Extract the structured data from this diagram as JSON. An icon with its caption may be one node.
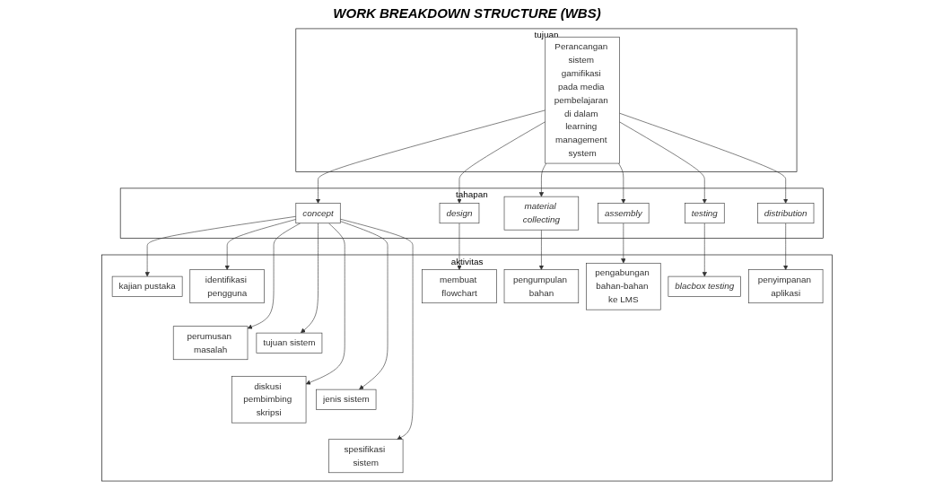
{
  "diagram": {
    "title": "WORK BREAKDOWN STRUCTURE (WBS)",
    "nodes": [
      {
        "text": [
          "tujuan"
        ]
      },
      {
        "text": [
          "Perancangan sistem gamifikasi pada media pembelajaran di dalam learning management system"
        ],
        "in": 0
      },
      {
        "text": [
          "tahapan"
        ]
      },
      {
        "text": [
          "concept"
        ],
        "in": 2
      },
      {
        "text": [
          "design"
        ],
        "in": 2
      },
      {
        "text": [
          "material collecting"
        ],
        "in": 2
      },
      {
        "text": [
          "assembly"
        ],
        "in": 2
      },
      {
        "text": [
          "testing"
        ],
        "in": 2
      },
      {
        "text": [
          "distribution"
        ],
        "in": 2
      },
      {
        "text": [
          "aktivitas"
        ]
      },
      {
        "text": [
          "kajian pustaka"
        ],
        "in": 9
      },
      {
        "text": [
          "identifikasi pengguna"
        ],
        "in": 9
      },
      {
        "text": [
          "perumusan masalah"
        ],
        "in": 9
      },
      {
        "text": [
          "tujuan sistem"
        ],
        "in": 9
      },
      {
        "text": [
          "diskusi pembimbing skripsi"
        ],
        "in": 9
      },
      {
        "text": [
          "jenis sistem"
        ],
        "in": 9
      },
      {
        "text": [
          "spesifikasi sistem"
        ],
        "in": 9
      },
      {
        "text": [
          "membuat flowchart"
        ],
        "in": 9
      },
      {
        "text": [
          "pengumpulan bahan"
        ],
        "in": 9
      },
      {
        "text": [
          "pengabungan bahan-bahan ke LMS"
        ],
        "in": 9
      },
      {
        "text": [
          "blacbox testing"
        ],
        "in": 9
      },
      {
        "text": [
          "penyimpanan aplikasi"
        ],
        "in": 9
      }
    ],
    "edges": [
      {
        "from": 1,
        "to": 3,
        "arrow": "to"
      },
      {
        "from": 1,
        "to": 4,
        "arrow": "to"
      },
      {
        "from": 1,
        "to": 5,
        "arrow": "to"
      },
      {
        "from": 1,
        "to": 6,
        "arrow": "to"
      },
      {
        "from": 1,
        "to": 7,
        "arrow": "to"
      },
      {
        "from": 1,
        "to": 8,
        "arrow": "to"
      },
      {
        "from": 3,
        "to": 10,
        "arrow": "to"
      },
      {
        "from": 3,
        "to": 11,
        "arrow": "to"
      },
      {
        "from": 3,
        "to": 12,
        "arrow": "to"
      },
      {
        "from": 3,
        "to": 13,
        "arrow": "to"
      },
      {
        "from": 3,
        "to": 14,
        "arrow": "to"
      },
      {
        "from": 3,
        "to": 15,
        "arrow": "to"
      },
      {
        "from": 3,
        "to": 16,
        "arrow": "to"
      },
      {
        "from": 4,
        "to": 17,
        "arrow": "to"
      },
      {
        "from": 5,
        "to": 18,
        "arrow": "to"
      },
      {
        "from": 6,
        "to": 19,
        "arrow": "to"
      },
      {
        "from": 7,
        "to": 20,
        "arrow": "to"
      },
      {
        "from": 8,
        "to": 21,
        "arrow": "to"
      }
    ]
  }
}
